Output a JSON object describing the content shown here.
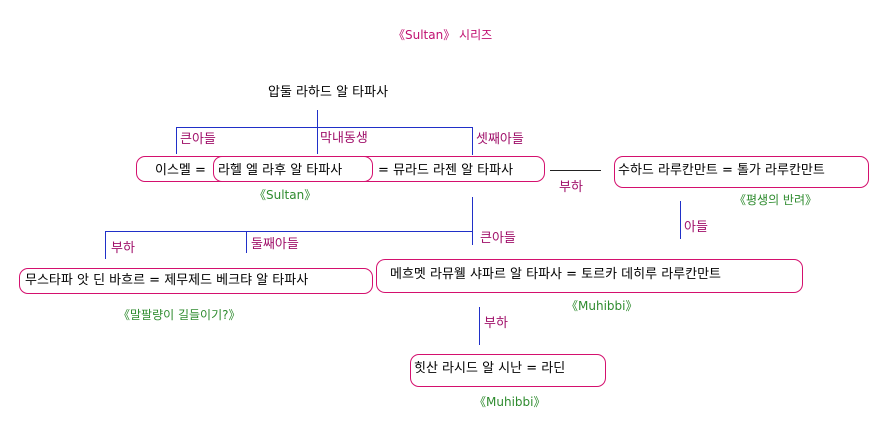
{
  "title": "《Sultan》 시리즈",
  "people": {
    "abdullah": "압둘 라하드 알 타파사",
    "ismail": "이스멜 =",
    "rahel": "라헬 엘 라후 알 타파사",
    "murad": "= 뮤라드 라젠 알 타파사",
    "suhad": "수하드 라루칸만트 = 톨가 라루칸만트",
    "mustafa": "무스타파 앗 딘 바흐르 = 제무제드 베크탸 알 타파사",
    "mehmet": "메흐멧 라뮤웰 샤파르 알 타파사 = 토르카 데히루 라루칸만트",
    "hitsan": "힛산 라시드 알 시난 = 라딘"
  },
  "relations": {
    "eldest_son": "큰아들",
    "youngest": "막내동생",
    "third_son": "셋째아들",
    "subordinate": "부하",
    "second_son": "둘째아들",
    "son": "아들"
  },
  "works": {
    "sultan": "《Sultan》",
    "lifetime_partner": "《평생의 반려》",
    "malpal": "《말팔량이 길들이기?》",
    "muhibbi": "《Muhibbi》"
  }
}
